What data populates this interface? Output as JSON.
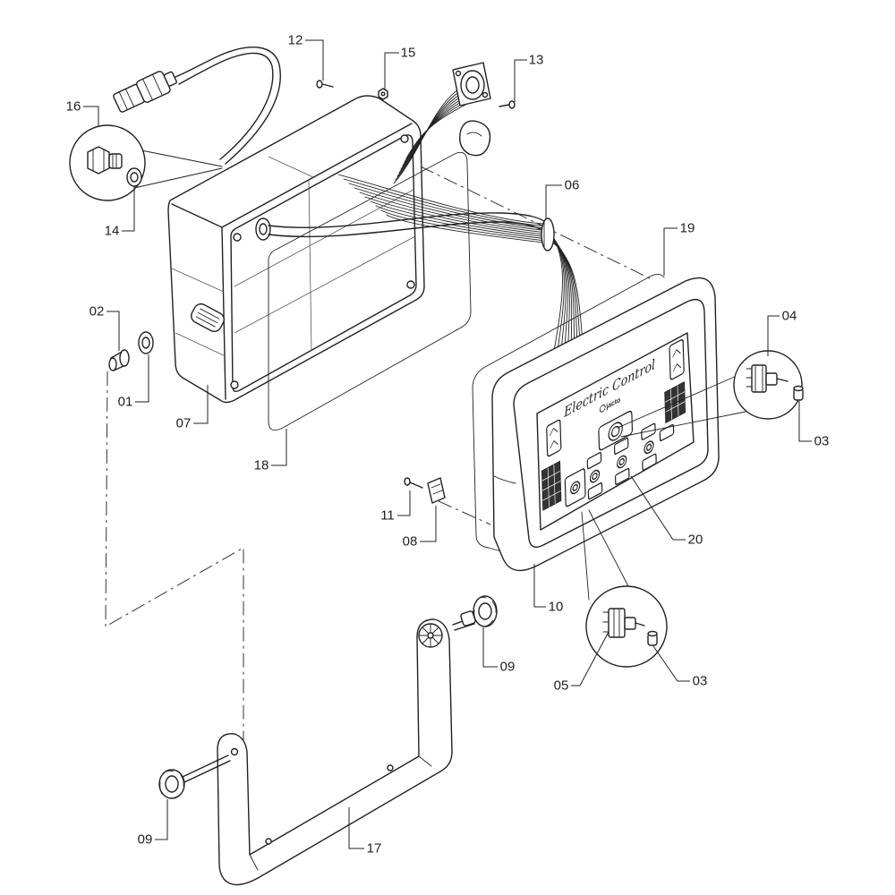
{
  "diagram": {
    "callouts": [
      {
        "label": "12"
      },
      {
        "label": "15"
      },
      {
        "label": "13"
      },
      {
        "label": "16"
      },
      {
        "label": "14"
      },
      {
        "label": "06"
      },
      {
        "label": "19"
      },
      {
        "label": "02"
      },
      {
        "label": "01"
      },
      {
        "label": "07"
      },
      {
        "label": "04"
      },
      {
        "label": "03"
      },
      {
        "label": "18"
      },
      {
        "label": "11"
      },
      {
        "label": "08"
      },
      {
        "label": "20"
      },
      {
        "label": "10"
      },
      {
        "label": "09"
      },
      {
        "label": "05"
      },
      {
        "label": "03"
      },
      {
        "label": "09"
      },
      {
        "label": "17"
      }
    ],
    "panel": {
      "title": "Electric Control",
      "brand": "jacto"
    }
  }
}
